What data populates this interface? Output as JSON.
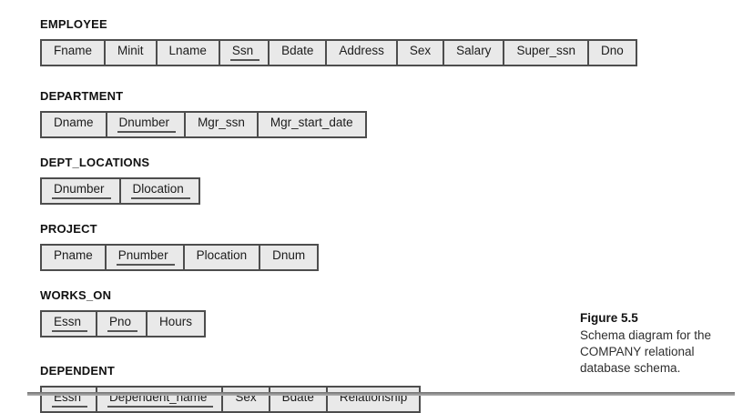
{
  "figure": {
    "label": "Figure 5.5",
    "caption_lines": [
      "Schema diagram for the",
      "COMPANY relational",
      "database schema."
    ]
  },
  "tables": [
    {
      "name": "EMPLOYEE",
      "attributes": [
        {
          "label": "Fname",
          "key": false
        },
        {
          "label": "Minit",
          "key": false
        },
        {
          "label": "Lname",
          "key": false
        },
        {
          "label": "Ssn",
          "key": true
        },
        {
          "label": "Bdate",
          "key": false
        },
        {
          "label": "Address",
          "key": false
        },
        {
          "label": "Sex",
          "key": false
        },
        {
          "label": "Salary",
          "key": false
        },
        {
          "label": "Super_ssn",
          "key": false
        },
        {
          "label": "Dno",
          "key": false
        }
      ]
    },
    {
      "name": "DEPARTMENT",
      "attributes": [
        {
          "label": "Dname",
          "key": false
        },
        {
          "label": "Dnumber",
          "key": true
        },
        {
          "label": "Mgr_ssn",
          "key": false
        },
        {
          "label": "Mgr_start_date",
          "key": false
        }
      ]
    },
    {
      "name": "DEPT_LOCATIONS",
      "attributes": [
        {
          "label": "Dnumber",
          "key": true
        },
        {
          "label": "Dlocation",
          "key": true
        }
      ]
    },
    {
      "name": "PROJECT",
      "attributes": [
        {
          "label": "Pname",
          "key": false
        },
        {
          "label": "Pnumber",
          "key": true
        },
        {
          "label": "Plocation",
          "key": false
        },
        {
          "label": "Dnum",
          "key": false
        }
      ]
    },
    {
      "name": "WORKS_ON",
      "attributes": [
        {
          "label": "Essn",
          "key": true
        },
        {
          "label": "Pno",
          "key": true
        },
        {
          "label": "Hours",
          "key": false
        }
      ]
    },
    {
      "name": "DEPENDENT",
      "attributes": [
        {
          "label": "Essn",
          "key": true
        },
        {
          "label": "Dependent_name",
          "key": true
        },
        {
          "label": "Sex",
          "key": false
        },
        {
          "label": "Bdate",
          "key": false
        },
        {
          "label": "Relationship",
          "key": false
        }
      ]
    }
  ],
  "colors": {
    "cell_fill": "#e9e9e9",
    "cell_border": "#4d4d4d",
    "text": "#1c1c1c",
    "rule": "#8a8a8a"
  }
}
